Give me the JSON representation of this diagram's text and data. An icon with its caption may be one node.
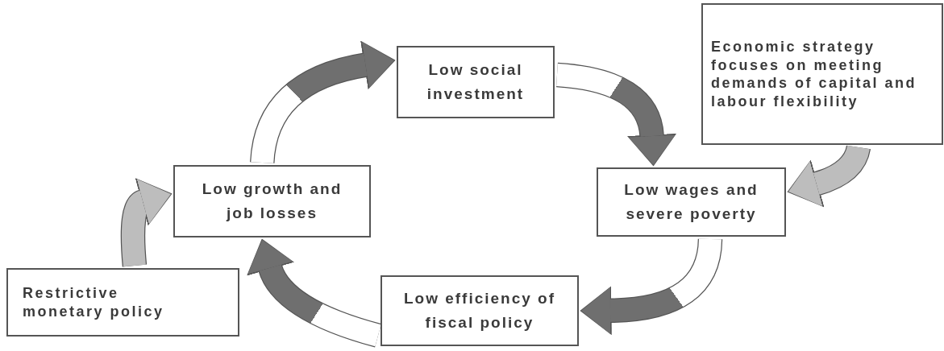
{
  "diagram": {
    "nodes": [
      {
        "text": [
          "Low social investment"
        ]
      },
      {
        "text": [
          "Economic strategy focuses on meeting demands of capital and labour flexibility"
        ]
      },
      {
        "text": [
          "Low growth and job losses"
        ]
      },
      {
        "text": [
          "Low wages and severe poverty"
        ]
      },
      {
        "text": [
          "Restrictive monetary policy"
        ]
      },
      {
        "text": [
          "Low efficiency of fiscal policy"
        ]
      }
    ],
    "edges": [
      {
        "from": 2,
        "to": 0,
        "arrow": "to"
      },
      {
        "from": 0,
        "to": 3,
        "arrow": "to"
      },
      {
        "from": 1,
        "to": 3,
        "arrow": "to",
        "color": "#bdbdbd"
      },
      {
        "from": 3,
        "to": 5,
        "arrow": "to"
      },
      {
        "from": 5,
        "to": 2,
        "arrow": "to"
      },
      {
        "from": 4,
        "to": 2,
        "arrow": "to",
        "color": "#bdbdbd"
      }
    ]
  }
}
